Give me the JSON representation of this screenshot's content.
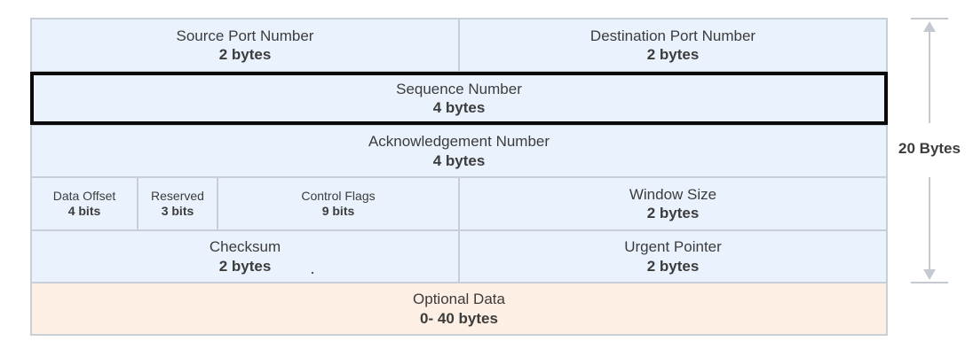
{
  "header": {
    "rows": [
      [
        {
          "label": "Source Port Number",
          "size": "2 bytes"
        },
        {
          "label": "Destination Port Number",
          "size": "2 bytes"
        }
      ],
      [
        {
          "label": "Sequence Number",
          "size": "4 bytes",
          "highlighted": true
        }
      ],
      [
        {
          "label": "Acknowledgement Number",
          "size": "4 bytes"
        }
      ],
      [
        {
          "label": "Data Offset",
          "size": "4 bits"
        },
        {
          "label": "Reserved",
          "size": "3 bits"
        },
        {
          "label": "Control Flags",
          "size": "9 bits"
        },
        {
          "label": "Window Size",
          "size": "2 bytes"
        }
      ],
      [
        {
          "label": "Checksum",
          "size": "2 bytes"
        },
        {
          "label": "Urgent Pointer",
          "size": "2 bytes"
        }
      ],
      [
        {
          "label": "Optional Data",
          "size": "0- 40 bytes"
        }
      ]
    ]
  },
  "total": {
    "label": "20 Bytes"
  },
  "colors": {
    "field_fill": "#eaf3fd",
    "optional_fill": "#fdefe3",
    "border": "#c9cfd6",
    "highlight_border": "#0a0a0a",
    "arrow": "#c4c9cf"
  }
}
